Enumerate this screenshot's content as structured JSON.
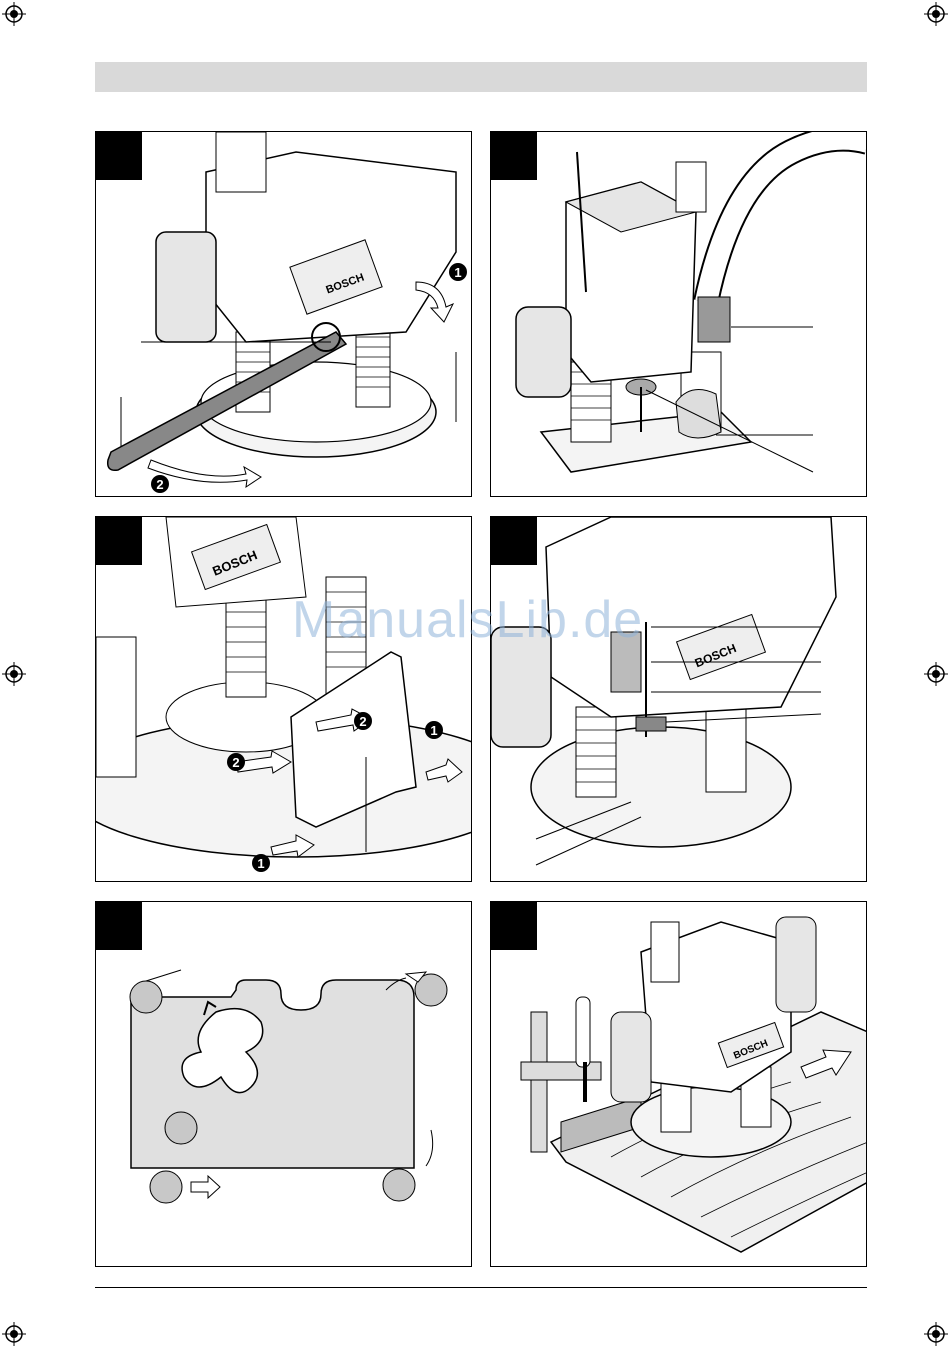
{
  "watermark": {
    "text": "ManualsLib.de",
    "color": "#8fb3d9"
  },
  "brand": {
    "logo_text": "BOSCH"
  },
  "panels": [
    {
      "id": "fig-1",
      "step_labels": [
        "1",
        "2"
      ]
    },
    {
      "id": "fig-2",
      "step_labels": []
    },
    {
      "id": "fig-3",
      "step_labels": [
        "1",
        "2",
        "2",
        "1"
      ]
    },
    {
      "id": "fig-4",
      "step_labels": []
    },
    {
      "id": "fig-5",
      "step_labels": []
    },
    {
      "id": "fig-6",
      "step_labels": []
    }
  ],
  "colors": {
    "header_bar": "#d9d9d9",
    "fig_tab": "#000000",
    "template_fill": "#e0e0e0",
    "bit_fill": "#c8c8c8"
  }
}
